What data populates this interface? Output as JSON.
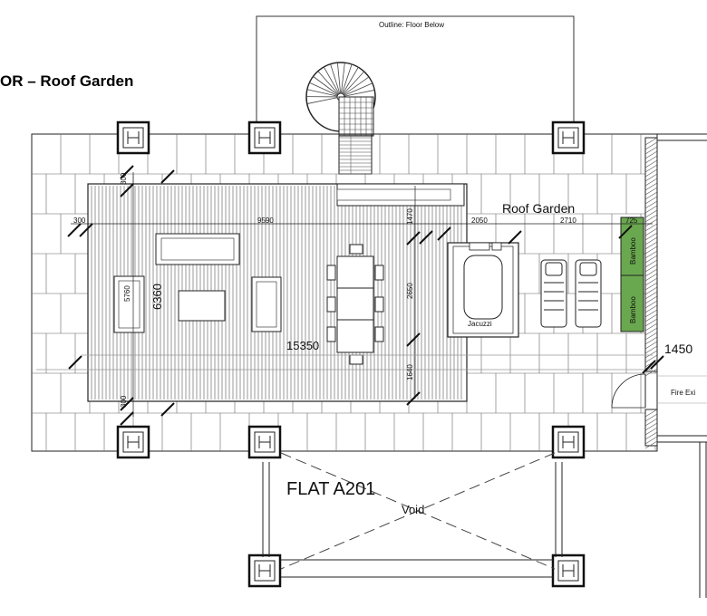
{
  "heading": "OR – Roof Garden",
  "labels": {
    "outline_floor_below": "Outline: Floor Below",
    "roof_garden": "Roof Garden",
    "flat": "FLAT A201",
    "void": "Void",
    "jacuzzi": "Jacuzzi",
    "fire_exit": "Fire Exi",
    "bamboo": "Bamboo"
  },
  "dimensions": {
    "d300_left": "300",
    "d300_top": "300",
    "d300_bottom": "300",
    "d9590": "9590",
    "d2050": "2050",
    "d2710": "2710",
    "d725": "725",
    "d1470": "1470",
    "d2650": "2650",
    "d1640": "1640",
    "d5760": "5760",
    "d6360": "6360",
    "d15350": "15350",
    "d1450": "1450"
  },
  "colors": {
    "line": "#1a1a1a",
    "bamboo_fill": "#6aa84f",
    "wall_hatch": "#555555"
  }
}
